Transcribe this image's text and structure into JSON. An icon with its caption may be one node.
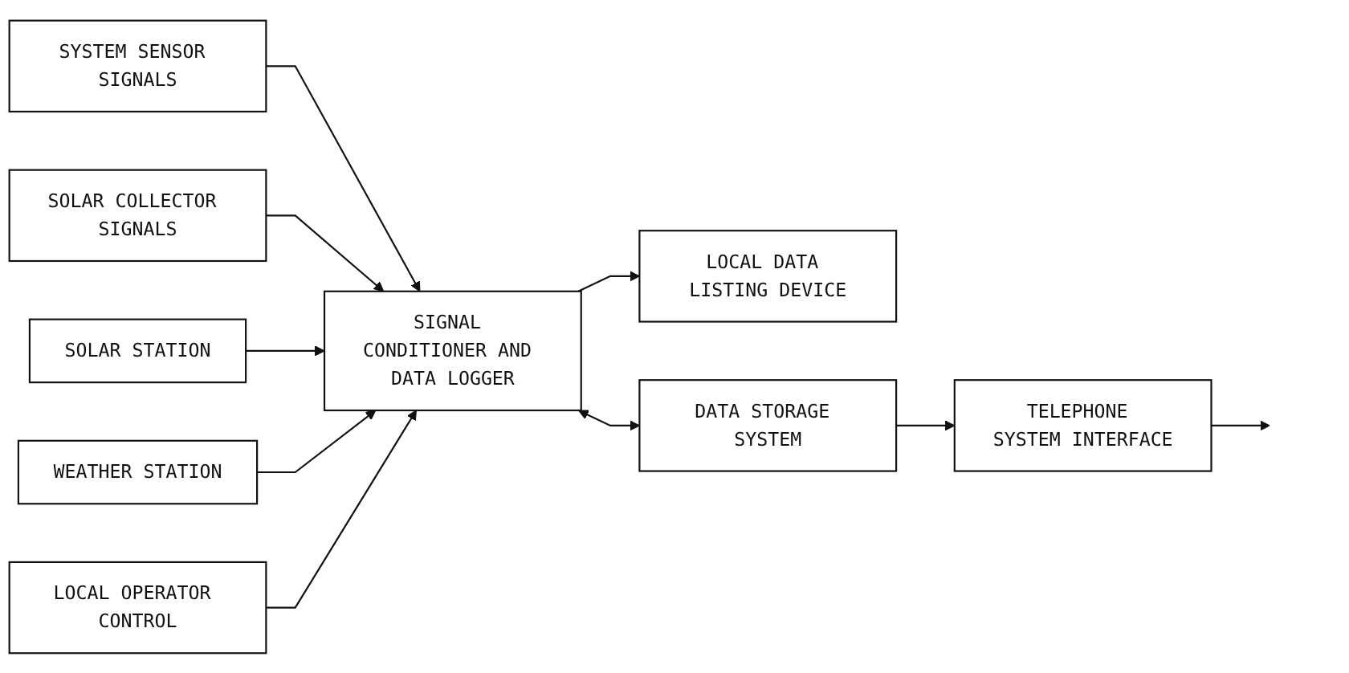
{
  "diagram": {
    "nodes": [
      {
        "text": [
          "SYSTEM SENSOR SIGNALS"
        ]
      },
      {
        "text": [
          "SOLAR COLLECTOR SIGNALS"
        ]
      },
      {
        "text": [
          "SOLAR STATION"
        ]
      },
      {
        "text": [
          "WEATHER STATION"
        ]
      },
      {
        "text": [
          "SIGNAL CONDITIONER AND DATA LOGGER"
        ]
      },
      {
        "text": [
          "LOCAL OPERATOR CONTROL"
        ]
      },
      {
        "text": [
          "LOCAL DATA LISTING DEVICE"
        ]
      },
      {
        "text": [
          "DATA STORAGE SYSTEM"
        ]
      },
      {
        "text": [
          "TELEPHONE SYSTEM INTERFACE"
        ]
      }
    ],
    "edges": [
      {
        "from": 0,
        "to": 4,
        "arrow": "to"
      },
      {
        "from": 1,
        "to": 4,
        "arrow": "to"
      },
      {
        "from": 2,
        "to": 4,
        "arrow": "to"
      },
      {
        "from": 3,
        "to": 4,
        "arrow": "to"
      },
      {
        "from": 5,
        "to": 4,
        "arrow": "to"
      },
      {
        "from": 4,
        "to": 6,
        "arrow": "to"
      },
      {
        "from": 4,
        "to": 7,
        "arrow": "both"
      },
      {
        "from": 7,
        "to": 8,
        "arrow": "to"
      },
      {
        "from": 8,
        "to": null,
        "arrow": "to"
      }
    ]
  }
}
